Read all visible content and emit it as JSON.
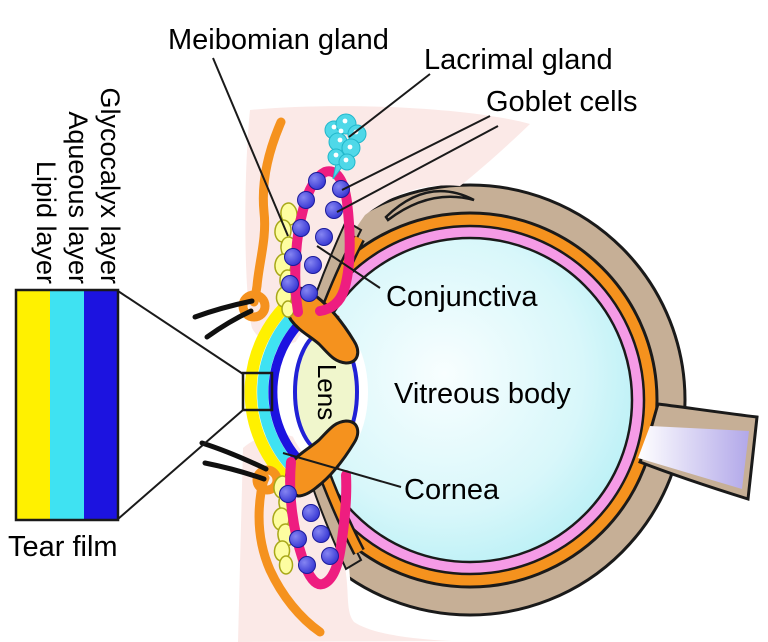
{
  "labels": {
    "meibomian_gland": "Meibomian gland",
    "lacrimal_gland": "Lacrimal gland",
    "goblet_cells": "Goblet cells",
    "conjunctiva": "Conjunctiva",
    "vitreous_body": "Vitreous body",
    "cornea": "Cornea",
    "lens": "Lens",
    "tear_film": "Tear film",
    "layers": [
      "Lipid layer",
      "Aqueous layer",
      "Glycocalyx layer"
    ]
  },
  "colors": {
    "background": "#ffffff",
    "blush": "#fbe9e7",
    "tan": "#c6af96",
    "orange": "#f5921e",
    "pink_ring": "#f59be6",
    "magenta": "#ee1d80",
    "vitreous_center": "#f8feff",
    "vitreous_edge": "#a5ebf3",
    "lens_fill": "#f0f6cc",
    "lens_stroke": "#2121d6",
    "tear_yellow": "#fff100",
    "tear_cyan": "#3fe2f2",
    "tear_blue": "#1c13e0",
    "goblet_blue": "#2a2ace",
    "goblet_highlight": "#8585f2",
    "lacrimal_cyan": "#4fd8e8",
    "meibomian_yellow": "#fdfda0",
    "meibomian_stroke": "#a8a818",
    "zonule_red": "#f05a28",
    "optic_nerve": "#b2a8e9",
    "outline": "#1a1a1a",
    "label_text": "#000000"
  }
}
